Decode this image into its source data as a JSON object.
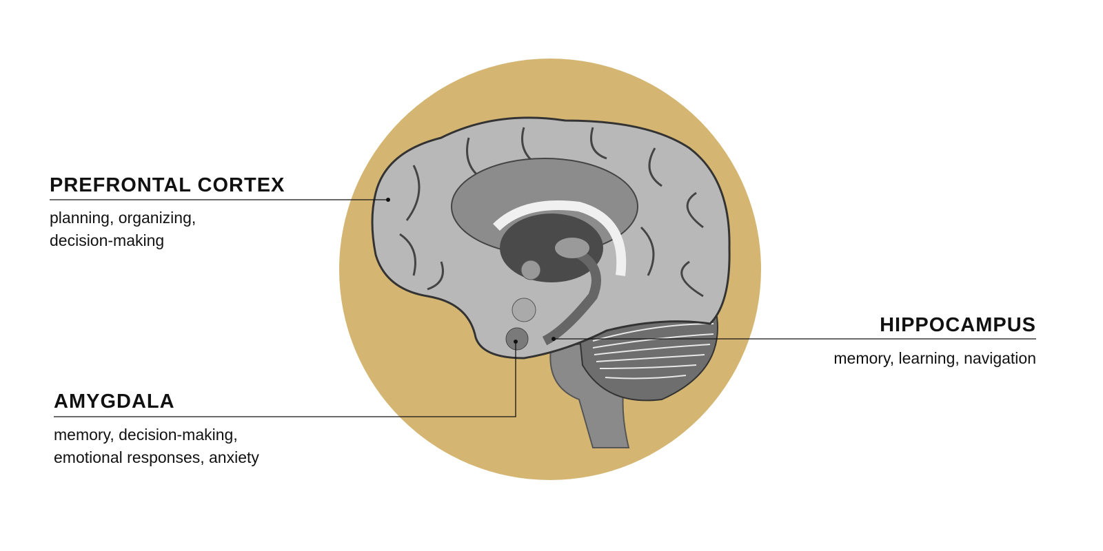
{
  "colors": {
    "circle": "#d4b672",
    "line": "#111111",
    "text": "#111111"
  },
  "labels": {
    "prefrontal": {
      "title": "PREFRONTAL CORTEX",
      "lines": [
        "planning, organizing,",
        "decision-making"
      ]
    },
    "hippocampus": {
      "title": "HIPPOCAMPUS",
      "lines": [
        "memory, learning, navigation"
      ]
    },
    "amygdala": {
      "title": "AMYGDALA",
      "lines": [
        "memory, decision-making,",
        "emotional responses, anxiety"
      ]
    }
  }
}
